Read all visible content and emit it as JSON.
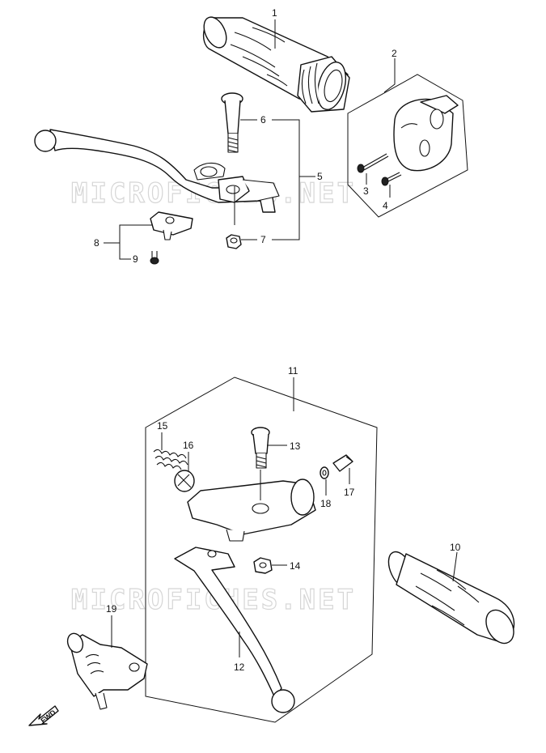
{
  "watermark": "MICROFICHES.NET",
  "fwd_label": "FWD",
  "callouts": [
    "1",
    "2",
    "3",
    "4",
    "5",
    "6",
    "7",
    "8",
    "9",
    "10",
    "11",
    "12",
    "13",
    "14",
    "15",
    "16",
    "17",
    "18",
    "19"
  ]
}
